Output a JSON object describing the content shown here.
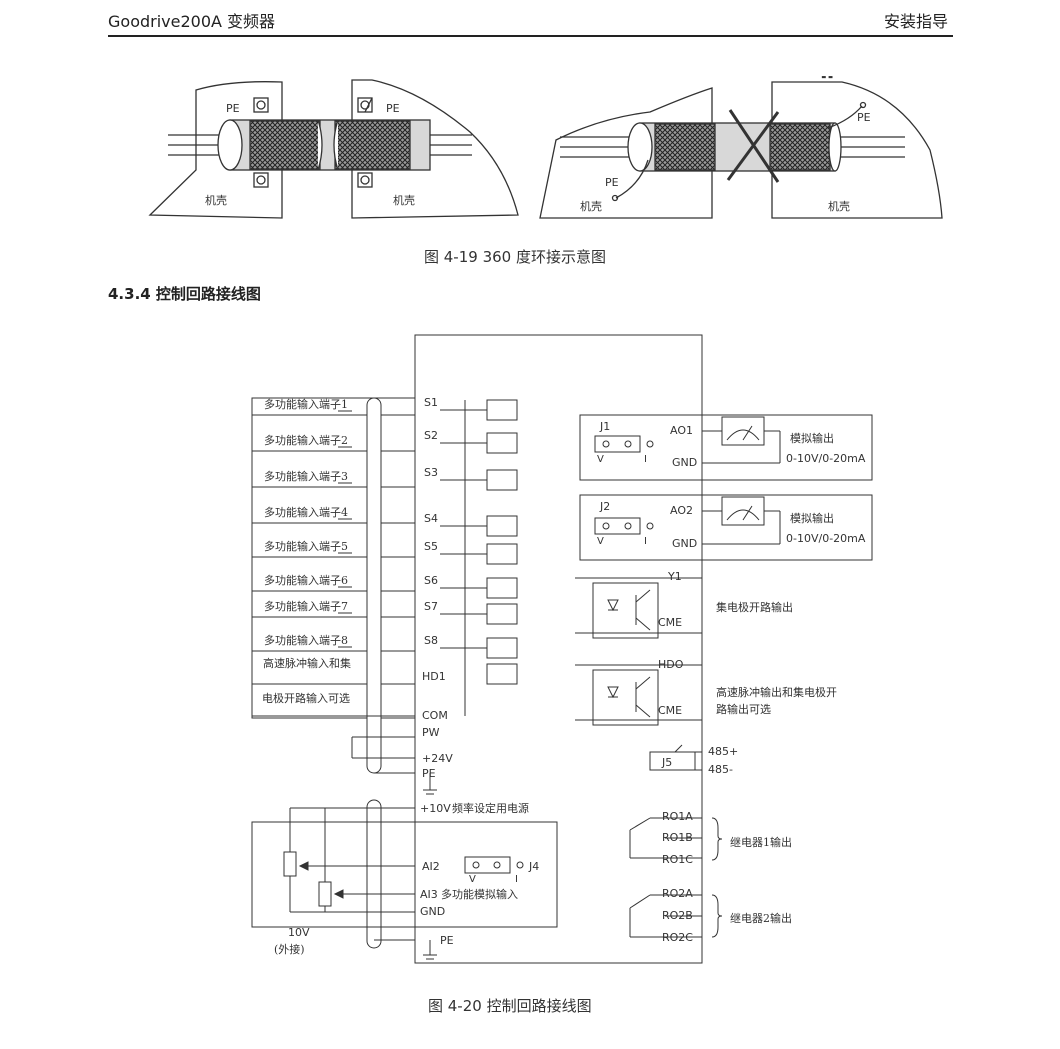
{
  "header": {
    "left": "Goodrive200A 变频器",
    "right": "安装指导"
  },
  "fig19": {
    "caption": "图 4-19 360 度环接示意图",
    "labels": {
      "pe": "PE",
      "chassis": "机壳"
    }
  },
  "section": {
    "title": "4.3.4 控制回路接线图"
  },
  "fig20": {
    "caption": "图 4-20  控制回路接线图",
    "inputs": [
      {
        "label": "多功能输入端子1",
        "terminal": "S1"
      },
      {
        "label": "多功能输入端子2",
        "terminal": "S2"
      },
      {
        "label": "多功能输入端子3",
        "terminal": "S3"
      },
      {
        "label": "多功能输入端子4",
        "terminal": "S4"
      },
      {
        "label": "多功能输入端子5",
        "terminal": "S5"
      },
      {
        "label": "多功能输入端子6",
        "terminal": "S6"
      },
      {
        "label": "多功能输入端子7",
        "terminal": "S7"
      },
      {
        "label": "多功能输入端子8",
        "terminal": "S8"
      }
    ],
    "hd1": {
      "label1": "高速脉冲输入和集",
      "label2": "电极开路输入可选",
      "terminal": "HD1"
    },
    "terms": {
      "com": "COM",
      "pw": "PW",
      "p24": "+24V",
      "pe": "PE",
      "p10": "+10V",
      "p10_desc": "频率设定用电源",
      "ai2": "AI2",
      "ai3": "AI3",
      "ai3_desc": "多功能模拟输入",
      "gnd": "GND",
      "pe2": "PE",
      "j4": "J4",
      "v": "V",
      "i": "I",
      "ext1": "10V",
      "ext2": "(外接)"
    },
    "ao": [
      {
        "jumper": "J1",
        "term": "AO1",
        "gnd": "GND",
        "desc1": "模拟输出",
        "desc2": "0-10V/0-20mA"
      },
      {
        "jumper": "J2",
        "term": "AO2",
        "gnd": "GND",
        "desc1": "模拟输出",
        "desc2": "0-10V/0-20mA"
      }
    ],
    "y1": {
      "term": "Y1",
      "cme": "CME",
      "desc": "集电极开路输出"
    },
    "hdo": {
      "term": "HDO",
      "cme": "CME",
      "desc1": "高速脉冲输出和集电极开",
      "desc2": "路输出可选"
    },
    "rs485": {
      "plus": "485+",
      "minus": "485-",
      "jumper": "J5"
    },
    "ro1": {
      "a": "RO1A",
      "b": "RO1B",
      "c": "RO1C",
      "desc": "继电器1输出"
    },
    "ro2": {
      "a": "RO2A",
      "b": "RO2B",
      "c": "RO2C",
      "desc": "继电器2输出"
    }
  }
}
